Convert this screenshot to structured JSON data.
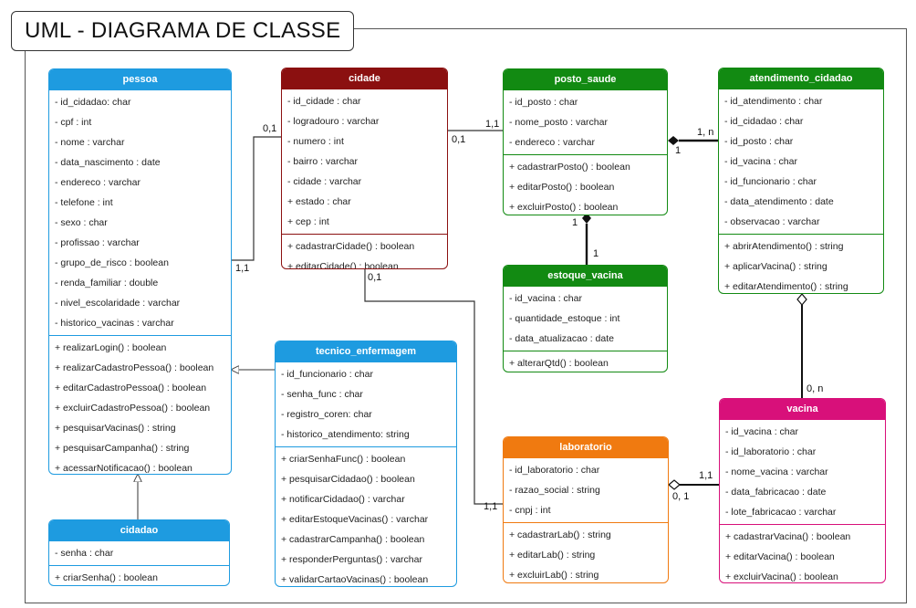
{
  "title": "UML -  DIAGRAMA DE CLASSE",
  "colors": {
    "blue": "#1e9be0",
    "darkred": "#8b1010",
    "green": "#128a12",
    "orange": "#f07a10",
    "pink": "#d8107a"
  },
  "classes": {
    "pessoa": {
      "name": "pessoa",
      "attributes": [
        "- id_cidadao: char",
        "- cpf : int",
        "- nome : varchar",
        "- data_nascimento : date",
        "- endereco : varchar",
        "- telefone : int",
        "- sexo : char",
        "- profissao : varchar",
        "- grupo_de_risco : boolean",
        "- renda_familiar : double",
        "- nivel_escolaridade : varchar",
        "- historico_vacinas : varchar"
      ],
      "methods": [
        "+ realizarLogin() : boolean",
        "+ realizarCadastroPessoa() : boolean",
        "+ editarCadastroPessoa() : boolean",
        "+ excluirCadastroPessoa() : boolean",
        "+ pesquisarVacinas() : string",
        "+ pesquisarCampanha() : string",
        "+ acessarNotificacao() : boolean"
      ]
    },
    "cidade": {
      "name": "cidade",
      "attributes": [
        "- id_cidade : char",
        "- logradouro : varchar",
        "- numero : int",
        "- bairro : varchar",
        "- cidade : varchar",
        "+ estado : char",
        "+ cep : int"
      ],
      "methods": [
        "+ cadastrarCidade() : boolean",
        "+ editarCidade() : boolean"
      ]
    },
    "posto_saude": {
      "name": "posto_saude",
      "attributes": [
        "- id_posto : char",
        "- nome_posto : varchar",
        "- endereco : varchar"
      ],
      "methods": [
        "+ cadastrarPosto() : boolean",
        "+ editarPosto() : boolean",
        "+ excluirPosto() : boolean"
      ]
    },
    "atendimento_cidadao": {
      "name": "atendimento_cidadao",
      "attributes": [
        "- id_atendimento : char",
        "- id_cidadao : char",
        "- id_posto : char",
        "- id_vacina : char",
        "- id_funcionario : char",
        "- data_atendimento : date",
        "- observacao : varchar"
      ],
      "methods": [
        "+ abrirAtendimento() : string",
        "+ aplicarVacina() : string",
        "+ editarAtendimento() : string"
      ]
    },
    "estoque_vacina": {
      "name": "estoque_vacina",
      "attributes": [
        "- id_vacina : char",
        "- quantidade_estoque : int",
        "- data_atualizacao : date"
      ],
      "methods": [
        "+ alterarQtd() : boolean"
      ]
    },
    "tecnico_enfermagem": {
      "name": "tecnico_enfermagem",
      "attributes": [
        "- id_funcionario : char",
        "- senha_func : char",
        "- registro_coren: char",
        "- historico_atendimento: string"
      ],
      "methods": [
        "+ criarSenhaFunc() : boolean",
        "+ pesquisarCidadao() : boolean",
        "+ notificarCidadao() : varchar",
        "+ editarEstoqueVacinas() : varchar",
        "+ cadastrarCampanha() : boolean",
        "+ responderPerguntas() : varchar",
        "+ validarCartaoVacinas() : boolean"
      ]
    },
    "cidadao": {
      "name": "cidadao",
      "attributes": [
        "- senha : char"
      ],
      "methods": [
        "+ criarSenha() : boolean"
      ]
    },
    "laboratorio": {
      "name": "laboratorio",
      "attributes": [
        "- id_laboratorio : char",
        "- razao_social : string",
        "- cnpj : int"
      ],
      "methods": [
        "+ cadastrarLab() : string",
        "+ editarLab() : string",
        "+ excluirLab() : string"
      ]
    },
    "vacina": {
      "name": "vacina",
      "attributes": [
        "- id_vacina : char",
        "- id_laboratorio : char",
        "- nome_vacina : varchar",
        "- data_fabricacao : date",
        "- lote_fabricacao : varchar"
      ],
      "methods": [
        "+ cadastrarVacina() : boolean",
        "+ editarVacina() : boolean",
        "+ excluirVacina() : boolean"
      ]
    }
  },
  "multiplicities": {
    "pessoa_cidade_near_cidade": "0,1",
    "pessoa_cidade_near_pessoa": "1,1",
    "cidade_posto_near_cidade": "0,1",
    "cidade_posto_near_posto": "1,1",
    "cidade_lab_near_cidade": "0,1",
    "cidade_lab_near_lab": "1,1",
    "posto_atend_many": "1, n",
    "posto_atend_one": "1",
    "posto_estoque_near_posto": "1",
    "posto_estoque_near_estoque": "1",
    "atend_vacina": "0, n",
    "lab_vacina_near_vacina": "1,1",
    "lab_vacina_near_lab": "0, 1"
  }
}
